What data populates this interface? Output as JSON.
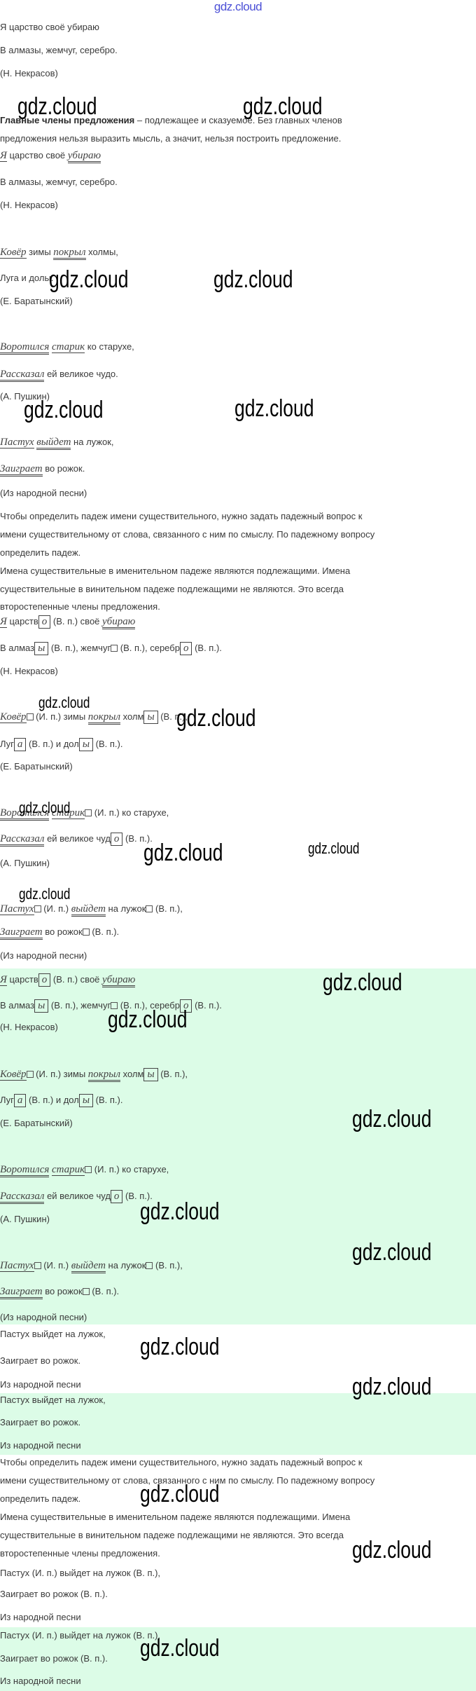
{
  "header": {
    "site_link": "gdz.cloud"
  },
  "watermark_text": "gdz.cloud",
  "highlight_color": "#dcfce7",
  "lines": [
    [
      [
        "t",
        "Я царство своё убираю"
      ]
    ],
    [
      [
        "t",
        "В алмазы, жемчуг, серебро."
      ]
    ],
    [
      [
        "t",
        "(Н. Некрасов)"
      ]
    ],
    [
      [
        "bt",
        "Главные члены предложения"
      ],
      [
        "t",
        " – подлежащее и сказуемое. Без главных членов"
      ]
    ],
    [
      [
        "t",
        "предложения нельзя выразить мысль, а значит, нельзя построить предложение."
      ]
    ],
    [
      [
        "s",
        "Я"
      ],
      [
        "t",
        " царство своё "
      ],
      [
        "p",
        "убираю"
      ]
    ],
    [
      [
        "t",
        "В алмазы, жемчуг, серебро."
      ]
    ],
    [
      [
        "t",
        "(Н. Некрасов)"
      ]
    ],
    [
      [
        "s",
        "Ковёр"
      ],
      [
        "t",
        " зимы "
      ],
      [
        "p",
        "покрыл"
      ],
      [
        "t",
        " холмы,"
      ]
    ],
    [
      [
        "t",
        "Луга и долы."
      ]
    ],
    [
      [
        "t",
        "(Е. Баратынский)"
      ]
    ],
    [
      [
        "p",
        "Воротился"
      ],
      [
        "t",
        " "
      ],
      [
        "s",
        "старик"
      ],
      [
        "t",
        " ко старухе,"
      ]
    ],
    [
      [
        "p",
        "Рассказал"
      ],
      [
        "t",
        " ей великое чудо."
      ]
    ],
    [
      [
        "t",
        "(А. Пушкин)"
      ]
    ],
    [
      [
        "s",
        "Пастух"
      ],
      [
        "t",
        " "
      ],
      [
        "p",
        "выйдет"
      ],
      [
        "t",
        " на лужок,"
      ]
    ],
    [
      [
        "p",
        "Заиграет"
      ],
      [
        "t",
        " во рожок."
      ]
    ],
    [
      [
        "t",
        "(Из народной песни)"
      ]
    ],
    [
      [
        "t",
        "Чтобы определить падеж имени существительного, нужно задать падежный вопрос к"
      ]
    ],
    [
      [
        "t",
        "имени существительному от слова, связанного с ним по смыслу. По падежному вопросу"
      ]
    ],
    [
      [
        "t",
        "определить падеж."
      ]
    ],
    [
      [
        "t",
        "Имена существительные в именительном падеже являются подлежащими. Имена"
      ]
    ],
    [
      [
        "t",
        "существительные в винительном падеже подлежащими не являются. Это всегда"
      ]
    ],
    [
      [
        "t",
        "второстепенные члены предложения."
      ]
    ],
    [
      [
        "s",
        "Я"
      ],
      [
        "t",
        " царств"
      ],
      [
        "b",
        "о"
      ],
      [
        "t",
        " (В. п.) своё "
      ],
      [
        "p",
        "убираю"
      ]
    ],
    [
      [
        "t",
        "В алмаз"
      ],
      [
        "b",
        "ы"
      ],
      [
        "t",
        " (В. п.), жемчуг"
      ],
      [
        "e",
        ""
      ],
      [
        "t",
        " (В. п.), серебр"
      ],
      [
        "b",
        "о"
      ],
      [
        "t",
        " (В. п.)."
      ]
    ],
    [
      [
        "t",
        "(Н. Некрасов)"
      ]
    ],
    [
      [
        "s",
        "Ковёр"
      ],
      [
        "e",
        ""
      ],
      [
        "t",
        " (И. п.) зимы "
      ],
      [
        "p",
        "покрыл"
      ],
      [
        "t",
        " холм"
      ],
      [
        "b",
        "ы"
      ],
      [
        "t",
        " (В. п.),"
      ]
    ],
    [
      [
        "t",
        "Луг"
      ],
      [
        "b",
        "а"
      ],
      [
        "t",
        " (В. п.) и дол"
      ],
      [
        "b",
        "ы"
      ],
      [
        "t",
        " (В. п.)."
      ]
    ],
    [
      [
        "t",
        "(Е. Баратынский)"
      ]
    ],
    [
      [
        "p",
        "Воротился"
      ],
      [
        "t",
        " "
      ],
      [
        "s",
        "старик"
      ],
      [
        "e",
        ""
      ],
      [
        "t",
        " (И. п.) ко старухе,"
      ]
    ],
    [
      [
        "p",
        "Рассказал"
      ],
      [
        "t",
        " ей великое чуд"
      ],
      [
        "b",
        "о"
      ],
      [
        "t",
        " (В. п.)."
      ]
    ],
    [
      [
        "t",
        "(А. Пушкин)"
      ]
    ],
    [
      [
        "s",
        "Пастух"
      ],
      [
        "e",
        ""
      ],
      [
        "t",
        " (И. п.) "
      ],
      [
        "p",
        "выйдет"
      ],
      [
        "t",
        " на лужок"
      ],
      [
        "e",
        ""
      ],
      [
        "t",
        " (В. п.),"
      ]
    ],
    [
      [
        "p",
        "Заиграет"
      ],
      [
        "t",
        " во рожок"
      ],
      [
        "e",
        ""
      ],
      [
        "t",
        " (В. п.)."
      ]
    ],
    [
      [
        "t",
        "(Из народной песни)"
      ]
    ],
    [
      [
        "s",
        "Я"
      ],
      [
        "t",
        " царств"
      ],
      [
        "b",
        "о"
      ],
      [
        "t",
        " (В. п.) своё "
      ],
      [
        "p",
        "убираю"
      ]
    ],
    [
      [
        "t",
        "В алмаз"
      ],
      [
        "b",
        "ы"
      ],
      [
        "t",
        " (В. п.), жемчуг"
      ],
      [
        "e",
        ""
      ],
      [
        "t",
        " (В. п.), серебр"
      ],
      [
        "b",
        "о"
      ],
      [
        "t",
        " (В. п.)."
      ]
    ],
    [
      [
        "t",
        "(Н. Некрасов)"
      ]
    ],
    [
      [
        "s",
        "Ковёр"
      ],
      [
        "e",
        ""
      ],
      [
        "t",
        " (И. п.) зимы "
      ],
      [
        "p",
        "покрыл"
      ],
      [
        "t",
        " холм"
      ],
      [
        "b",
        "ы"
      ],
      [
        "t",
        " (В. п.),"
      ]
    ],
    [
      [
        "t",
        "Луг"
      ],
      [
        "b",
        "а"
      ],
      [
        "t",
        " (В. п.) и дол"
      ],
      [
        "b",
        "ы"
      ],
      [
        "t",
        " (В. п.)."
      ]
    ],
    [
      [
        "t",
        "(Е. Баратынский)"
      ]
    ],
    [
      [
        "p",
        "Воротился"
      ],
      [
        "t",
        " "
      ],
      [
        "s",
        "старик"
      ],
      [
        "e",
        ""
      ],
      [
        "t",
        " (И. п.) ко старухе,"
      ]
    ],
    [
      [
        "p",
        "Рассказал"
      ],
      [
        "t",
        " ей великое чуд"
      ],
      [
        "b",
        "о"
      ],
      [
        "t",
        " (В. п.)."
      ]
    ],
    [
      [
        "t",
        "(А. Пушкин)"
      ]
    ],
    [
      [
        "s",
        "Пастух"
      ],
      [
        "e",
        ""
      ],
      [
        "t",
        " (И. п.) "
      ],
      [
        "p",
        "выйдет"
      ],
      [
        "t",
        " на лужок"
      ],
      [
        "e",
        ""
      ],
      [
        "t",
        " (В. п.),"
      ]
    ],
    [
      [
        "p",
        "Заиграет"
      ],
      [
        "t",
        " во рожок"
      ],
      [
        "e",
        ""
      ],
      [
        "t",
        " (В. п.)."
      ]
    ],
    [
      [
        "t",
        "(Из народной песни)"
      ]
    ],
    [
      [
        "t",
        "Пастух выйдет на лужок,"
      ]
    ],
    [
      [
        "t",
        "Заиграет во рожок."
      ]
    ],
    [
      [
        "t",
        "Из народной песни"
      ]
    ],
    [
      [
        "t",
        "Пастух выйдет на лужок,"
      ]
    ],
    [
      [
        "t",
        "Заиграет во рожок."
      ]
    ],
    [
      [
        "t",
        "Из народной песни"
      ]
    ],
    [
      [
        "t",
        "Чтобы определить падеж имени существительного, нужно задать падежный вопрос к"
      ]
    ],
    [
      [
        "t",
        "имени существительному от слова, связанного с ним по смыслу. По падежному вопросу"
      ]
    ],
    [
      [
        "t",
        "определить падеж."
      ]
    ],
    [
      [
        "t",
        "Имена существительные в именительном падеже являются подлежащими. Имена"
      ]
    ],
    [
      [
        "t",
        "существительные в винительном падеже подлежащими не являются. Это всегда"
      ]
    ],
    [
      [
        "t",
        "второстепенные члены предложения."
      ]
    ],
    [
      [
        "t",
        "Пастух (И. п.) выйдет на лужок (В. п.),"
      ]
    ],
    [
      [
        "t",
        "Заиграет во рожок (В. п.)."
      ]
    ],
    [
      [
        "t",
        "Из народной песни"
      ]
    ],
    [
      [
        "t",
        "Пастух (И. п.) выйдет на лужок (В. п.),"
      ]
    ],
    [
      [
        "t",
        "Заиграет во рожок (В. п.)."
      ]
    ],
    [
      [
        "t",
        "Из народной песни"
      ]
    ]
  ]
}
